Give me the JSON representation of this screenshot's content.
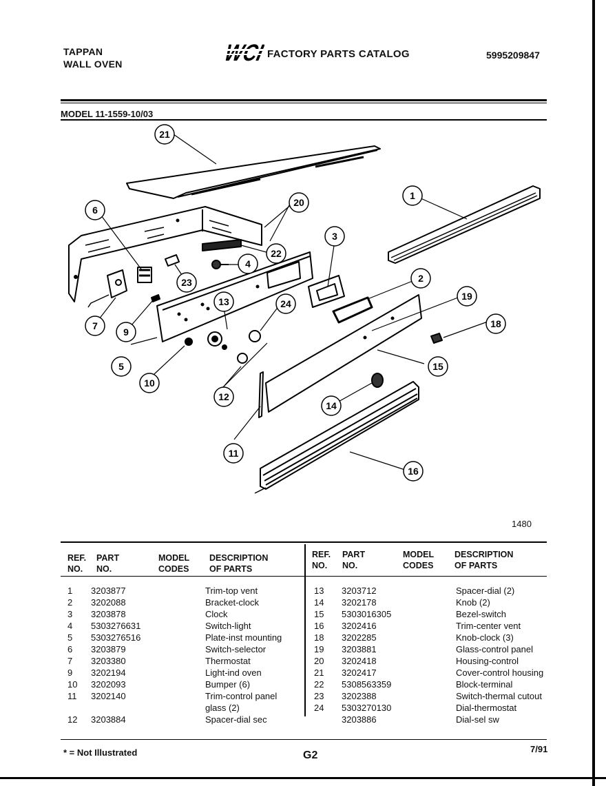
{
  "header": {
    "brand_line1": "TAPPAN",
    "brand_line2": "WALL OVEN",
    "logo_text": "WCI",
    "catalog_title": "FACTORY PARTS CATALOG",
    "doc_number": "5995209847"
  },
  "model_label": "MODEL 11-1559-10/03",
  "figure_number": "1480",
  "callouts": [
    "1",
    "2",
    "3",
    "4",
    "5",
    "6",
    "7",
    "9",
    "10",
    "11",
    "12",
    "13",
    "14",
    "15",
    "16",
    "18",
    "19",
    "20",
    "21",
    "22",
    "23",
    "24"
  ],
  "table": {
    "headers": {
      "ref": "REF.\nNO.",
      "part": "PART\nNO.",
      "model": "MODEL\nCODES",
      "desc": "DESCRIPTION\nOF PARTS"
    },
    "left_rows": [
      {
        "ref": "1",
        "part": "3203877",
        "desc": "Trim-top vent"
      },
      {
        "ref": "2",
        "part": "3202088",
        "desc": "Bracket-clock"
      },
      {
        "ref": "3",
        "part": "3203878",
        "desc": "Clock"
      },
      {
        "ref": "4",
        "part": "5303276631",
        "desc": "Switch-light"
      },
      {
        "ref": "5",
        "part": "5303276516",
        "desc": "Plate-inst mounting"
      },
      {
        "ref": "6",
        "part": "3203879",
        "desc": "Switch-selector"
      },
      {
        "ref": "7",
        "part": "3203380",
        "desc": "Thermostat"
      },
      {
        "ref": "9",
        "part": "3202194",
        "desc": "Light-ind oven"
      },
      {
        "ref": "10",
        "part": "3202093",
        "desc": "Bumper (6)"
      },
      {
        "ref": "11",
        "part": "3202140",
        "desc": "Trim-control panel"
      },
      {
        "ref": "",
        "part": "",
        "desc": "glass (2)"
      },
      {
        "ref": "12",
        "part": "3203884",
        "desc": "Spacer-dial sec"
      }
    ],
    "right_rows": [
      {
        "ref": "13",
        "part": "3203712",
        "desc": "Spacer-dial (2)"
      },
      {
        "ref": "14",
        "part": "3202178",
        "desc": "Knob (2)"
      },
      {
        "ref": "15",
        "part": "5303016305",
        "desc": "Bezel-switch"
      },
      {
        "ref": "16",
        "part": "3202416",
        "desc": "Trim-center vent"
      },
      {
        "ref": "18",
        "part": "3202285",
        "desc": "Knob-clock (3)"
      },
      {
        "ref": "19",
        "part": "3203881",
        "desc": "Glass-control panel"
      },
      {
        "ref": "20",
        "part": "3202418",
        "desc": "Housing-control"
      },
      {
        "ref": "21",
        "part": "3202417",
        "desc": "Cover-control housing"
      },
      {
        "ref": "22",
        "part": "5308563359",
        "desc": "Block-terminal"
      },
      {
        "ref": "23",
        "part": "3202388",
        "desc": "Switch-thermal cutout"
      },
      {
        "ref": "24",
        "part": "5303270130",
        "desc": "Dial-thermostat"
      },
      {
        "ref": "",
        "part": "3203886",
        "desc": "Dial-sel sw"
      }
    ]
  },
  "footer": {
    "note": "* = Not Illustrated",
    "page": "G2",
    "date": "7/91"
  }
}
